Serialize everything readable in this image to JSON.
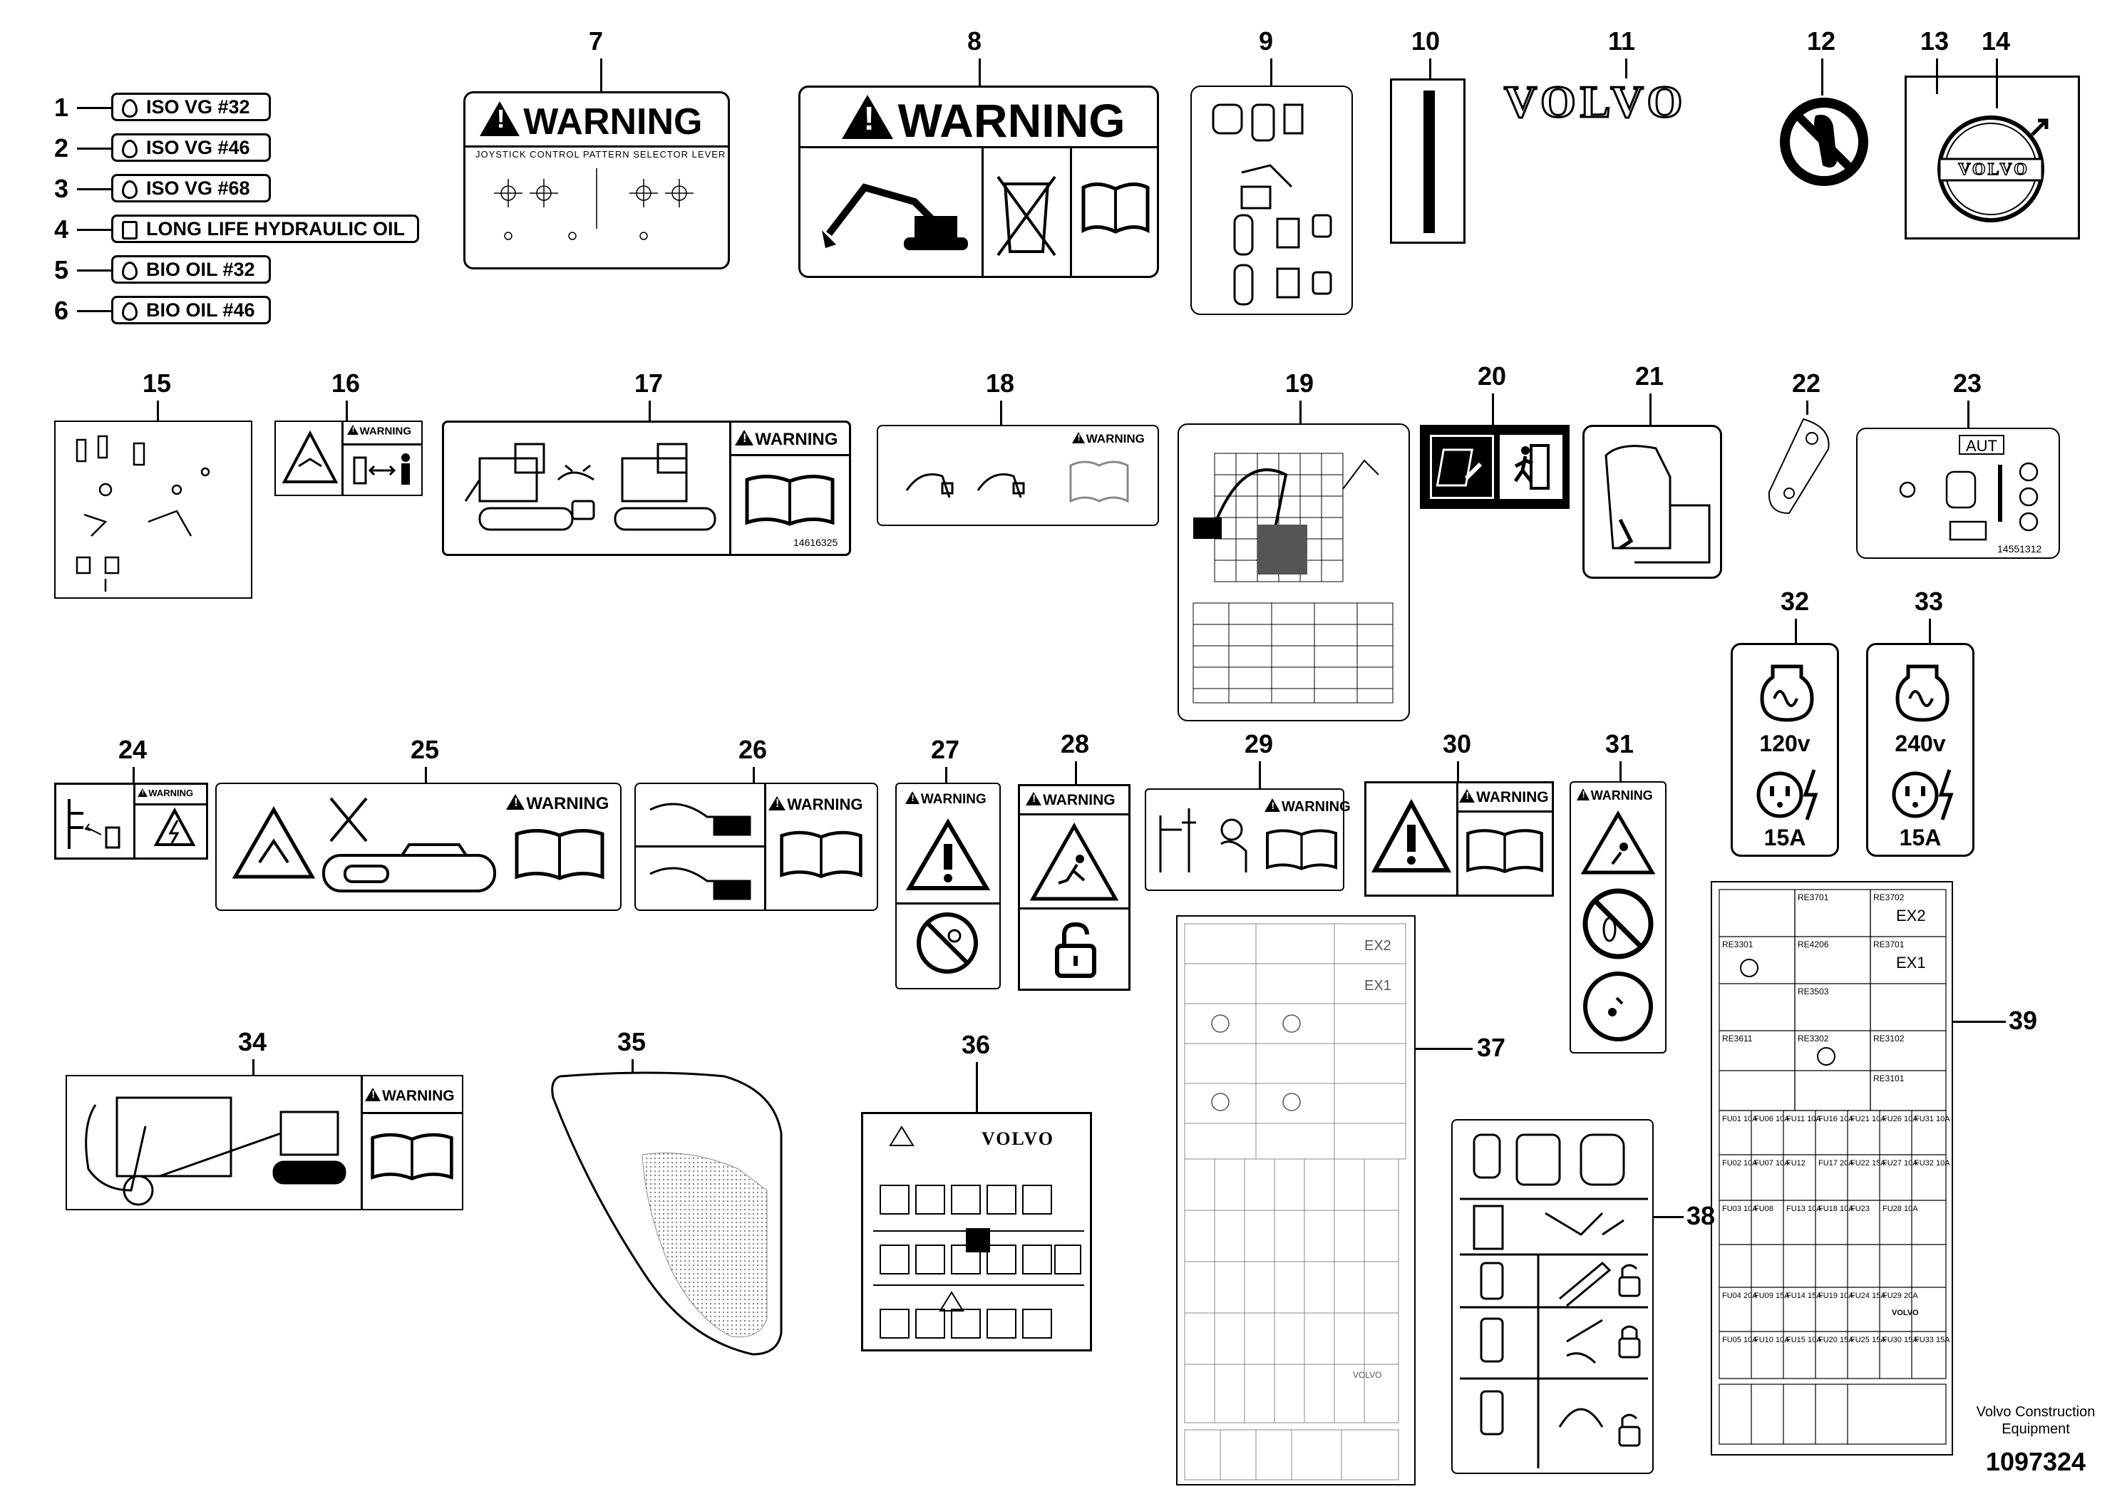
{
  "oil_labels": [
    {
      "callout": "1",
      "text": "ISO VG #32"
    },
    {
      "callout": "2",
      "text": "ISO VG #46"
    },
    {
      "callout": "3",
      "text": "ISO VG #68"
    },
    {
      "callout": "4",
      "text": "LONG LIFE HYDRAULIC OIL"
    },
    {
      "callout": "5",
      "text": "BIO OIL #32"
    },
    {
      "callout": "6",
      "text": "BIO OIL #46"
    }
  ],
  "callouts": {
    "c7": "7",
    "c8": "8",
    "c9": "9",
    "c10": "10",
    "c11": "11",
    "c12": "12",
    "c13": "13",
    "c14": "14",
    "c15": "15",
    "c16": "16",
    "c17": "17",
    "c18": "18",
    "c19": "19",
    "c20": "20",
    "c21": "21",
    "c22": "22",
    "c23": "23",
    "c24": "24",
    "c25": "25",
    "c26": "26",
    "c27": "27",
    "c28": "28",
    "c29": "29",
    "c30": "30",
    "c31": "31",
    "c32": "32",
    "c33": "33",
    "c34": "34",
    "c35": "35",
    "c36": "36",
    "c37": "37",
    "c38": "38",
    "c39": "39"
  },
  "decal7": {
    "warning": "WARNING",
    "subtitle": "JOYSTICK CONTROL PATTERN SELECTOR LEVER"
  },
  "decal8": {
    "warning": "WARNING"
  },
  "decal11": {
    "text": "VOLVO"
  },
  "decal14": {
    "text": "VOLVO"
  },
  "decal16": {
    "warning": "WARNING"
  },
  "decal17": {
    "warning": "WARNING",
    "part_no": "14616325"
  },
  "decal18": {
    "warning": "WARNING"
  },
  "decal23": {
    "text": "AUT",
    "part_no": "14551312"
  },
  "decal24": {
    "warning": "WARNING"
  },
  "decal25": {
    "warning": "WARNING"
  },
  "decal26": {
    "warning": "WARNING"
  },
  "decal27": {
    "warning": "WARNING"
  },
  "decal28": {
    "warning": "WARNING"
  },
  "decal29": {
    "warning": "WARNING"
  },
  "decal30": {
    "warning": "WARNING"
  },
  "decal31": {
    "warning": "WARNING"
  },
  "decal32": {
    "voltage": "120v",
    "amps": "15A"
  },
  "decal33": {
    "voltage": "240v",
    "amps": "15A"
  },
  "decal36": {
    "brand": "VOLVO"
  },
  "decal37": {
    "cells": [
      "EX2",
      "EX1"
    ],
    "brand": "VOLVO"
  },
  "decal39": {
    "top_cells": [
      "RE3701",
      "RE3702",
      "RE3301",
      "RE4206",
      "RE3701",
      "RE3503",
      "RE3611",
      "RE3302",
      "RE3102",
      "RE3101"
    ],
    "ex": [
      "EX2",
      "EX1"
    ],
    "fuses": [
      "FU01 10A",
      "FU06 10A",
      "FU11 10A",
      "FU16 10A",
      "FU21 10A",
      "FU26 10A",
      "FU31 10A",
      "FU02 10A",
      "FU07 10A",
      "FU12",
      "FU17 20A",
      "FU22 15A",
      "FU27 10A",
      "FU32 10A",
      "FU03 10A",
      "FU08",
      "FU13 10A",
      "FU18 10A",
      "FU23",
      "FU28 10A",
      "FU04 20A",
      "FU09 15A",
      "FU14 15A",
      "FU19 10A",
      "FU24 15A",
      "FU29 20A",
      "FU05 10A",
      "FU10 10A",
      "FU15 10A",
      "FU20 15A",
      "FU25 15A",
      "FU30 15A",
      "FU33 15A"
    ],
    "brand": "VOLVO"
  },
  "footer": {
    "company_line1": "Volvo Construction",
    "company_line2": "Equipment",
    "drawing_no": "1097324"
  }
}
